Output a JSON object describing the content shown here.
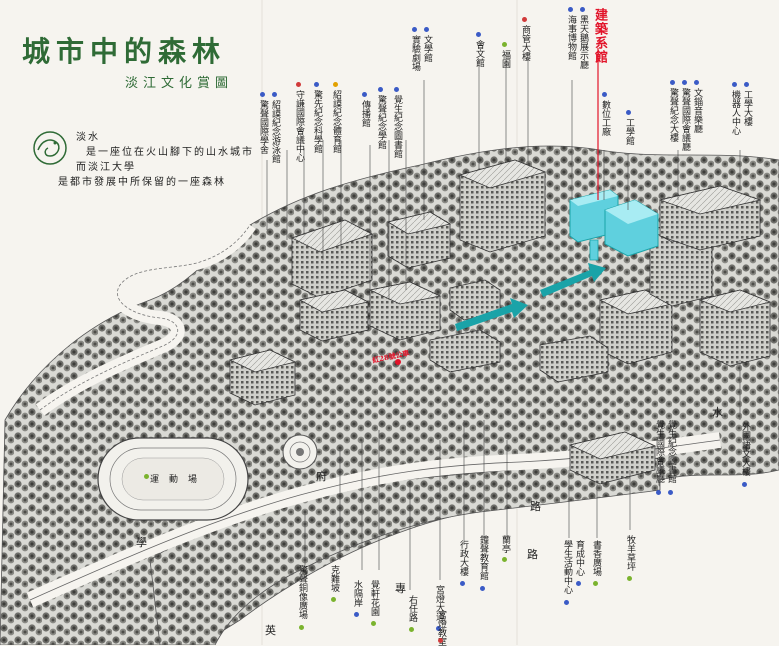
{
  "map": {
    "title": "城市中的森林",
    "subtitle": "淡江文化賞圖",
    "intro": [
      "淡水",
      "是一座位在火山腳下的山水城市",
      "而淡江大學",
      "是都市發展中所保留的一座森林"
    ],
    "highlight_label": "建築系館",
    "small_red_label": "紅28號公車",
    "colors": {
      "highlight": "#5fd0de",
      "arrow": "#1aa3a8",
      "accent_red": "#e2142a",
      "title_green": "#2f6b36"
    },
    "road_labels": {
      "fu": "府",
      "lu1": "路",
      "lu2": "路",
      "xue": "學",
      "ying": "英",
      "zhuan": "專",
      "shui": "水",
      "sports_track": "運動場"
    },
    "top_labels": [
      {
        "text": "驚聲國際學舍",
        "color": "#3b5bc6"
      },
      {
        "text": "紹謨紀念游泳館",
        "color": "#3b5bc6"
      },
      {
        "text": "守謙國際會議中心",
        "color": "#d13a3a"
      },
      {
        "text": "驚先紀念科學館",
        "color": "#3b5bc6"
      },
      {
        "text": "紹謨紀念體育館",
        "color": "#e2a100"
      },
      {
        "text": "傳播館",
        "color": "#3b5bc6"
      },
      {
        "text": "驚聲紀念學館",
        "color": "#3b5bc6"
      },
      {
        "text": "覺生紀念圖書館",
        "color": "#3b5bc6"
      },
      {
        "text": "實驗劇場",
        "color": "#3b5bc6"
      },
      {
        "text": "文學館",
        "color": "#3b5bc6"
      },
      {
        "text": "會文館",
        "color": "#3b5bc6"
      },
      {
        "text": "福園",
        "color": "#7bb32e"
      },
      {
        "text": "商管大樓",
        "color": "#d13a3a"
      },
      {
        "text": "海事博物館",
        "color": "#3b5bc6"
      },
      {
        "text": "黑天鵝展示廳",
        "color": "#3b5bc6"
      },
      {
        "text": "數位工廠",
        "color": "#3b5bc6"
      },
      {
        "text": "工學館",
        "color": "#3b5bc6"
      },
      {
        "text": "驚聲紀念大樓",
        "color": "#3b5bc6"
      },
      {
        "text": "驚聲國際會議廳",
        "color": "#3b5bc6"
      },
      {
        "text": "文錙音樂廳",
        "color": "#3b5bc6"
      },
      {
        "text": "機器人中心",
        "color": "#3b5bc6"
      },
      {
        "text": "工學大樓",
        "color": "#3b5bc6"
      }
    ],
    "bottom_labels": [
      {
        "text": "驚聲銅像廣場",
        "color": "#7bb32e"
      },
      {
        "text": "宮燈大道",
        "color": "#3b5bc6"
      },
      {
        "text": "克難坡",
        "color": "#7bb32e"
      },
      {
        "text": "水隔岸",
        "color": "#3b5bc6"
      },
      {
        "text": "覺軒花園",
        "color": "#7bb32e"
      },
      {
        "text": "右任路",
        "color": "#7bb32e"
      },
      {
        "text": "宮燈教室",
        "color": "#d13a3a"
      },
      {
        "text": "行政大樓",
        "color": "#3b5bc6"
      },
      {
        "text": "鐘聲教育館",
        "color": "#3b5bc6"
      },
      {
        "text": "蘭亭",
        "color": "#7bb32e"
      },
      {
        "text": "學生活動中心",
        "color": "#3b5bc6"
      },
      {
        "text": "育成中心",
        "color": "#3b5bc6"
      },
      {
        "text": "書香廣場",
        "color": "#7bb32e"
      },
      {
        "text": "牧羊草坪",
        "color": "#7bb32e"
      },
      {
        "text": "覺生國際會議廳",
        "color": "#3b5bc6"
      },
      {
        "text": "覺生紀念圖書館",
        "color": "#3b5bc6"
      },
      {
        "text": "外國語文大樓",
        "color": "#3b5bc6"
      }
    ]
  }
}
